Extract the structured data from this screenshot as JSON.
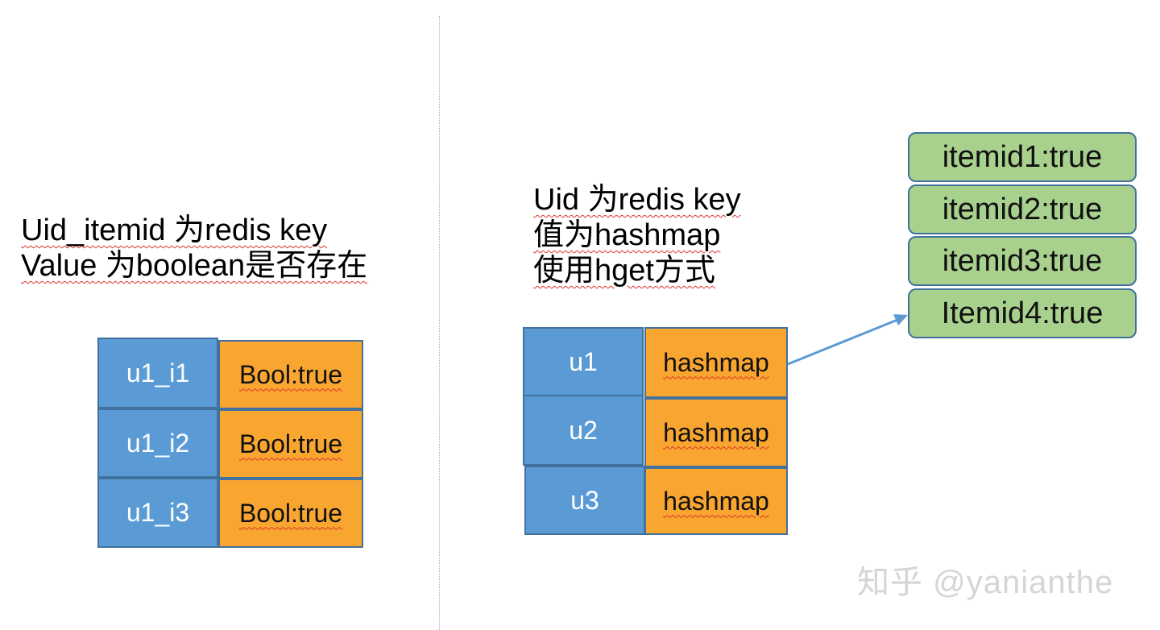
{
  "left_caption": {
    "line1": "Uid_itemid 为redis key",
    "line2": "Value 为boolean是否存在"
  },
  "left_table": {
    "rows": [
      {
        "key": "u1_i1",
        "value": "Bool:true"
      },
      {
        "key": "u1_i2",
        "value": "Bool:true"
      },
      {
        "key": "u1_i3",
        "value": "Bool:true"
      }
    ]
  },
  "right_caption": {
    "line1": "Uid 为redis key",
    "line2": "值为hashmap",
    "line3": "使用hget方式"
  },
  "right_table": {
    "rows": [
      {
        "key": "u1",
        "value": "hashmap"
      },
      {
        "key": "u2",
        "value": "hashmap"
      },
      {
        "key": "u3",
        "value": "hashmap"
      }
    ]
  },
  "hashmap_entries": [
    "itemid1:true",
    "itemid2:true",
    "itemid3:true",
    "Itemid4:true"
  ],
  "watermark": "知乎 @yanianthe",
  "colors": {
    "key_fill": "#5b9bd5",
    "value_fill": "#f9a631",
    "entry_fill": "#a9d18e",
    "arrow": "#5b9bd5"
  }
}
